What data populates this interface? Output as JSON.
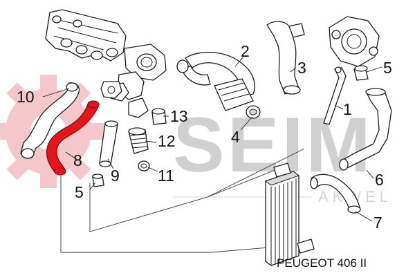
{
  "watermark": {
    "brand": "SEIM",
    "sub": "AKWEL"
  },
  "colors": {
    "highlight": "#e8141c",
    "highlight_stroke": "#8a0a0e",
    "watermark_gray": "#d0d0d0",
    "watermark_pink": "#f3c7cc"
  },
  "callouts": {
    "n1": "1",
    "n2": "2",
    "n3": "3",
    "n4": "4",
    "n5a": "5",
    "n5b": "5",
    "n6": "6",
    "n7": "7",
    "n8": "8",
    "n9": "9",
    "n10": "10",
    "n11": "11",
    "n12": "12",
    "n13": "13"
  },
  "model": "PEUGEOT 406 II"
}
